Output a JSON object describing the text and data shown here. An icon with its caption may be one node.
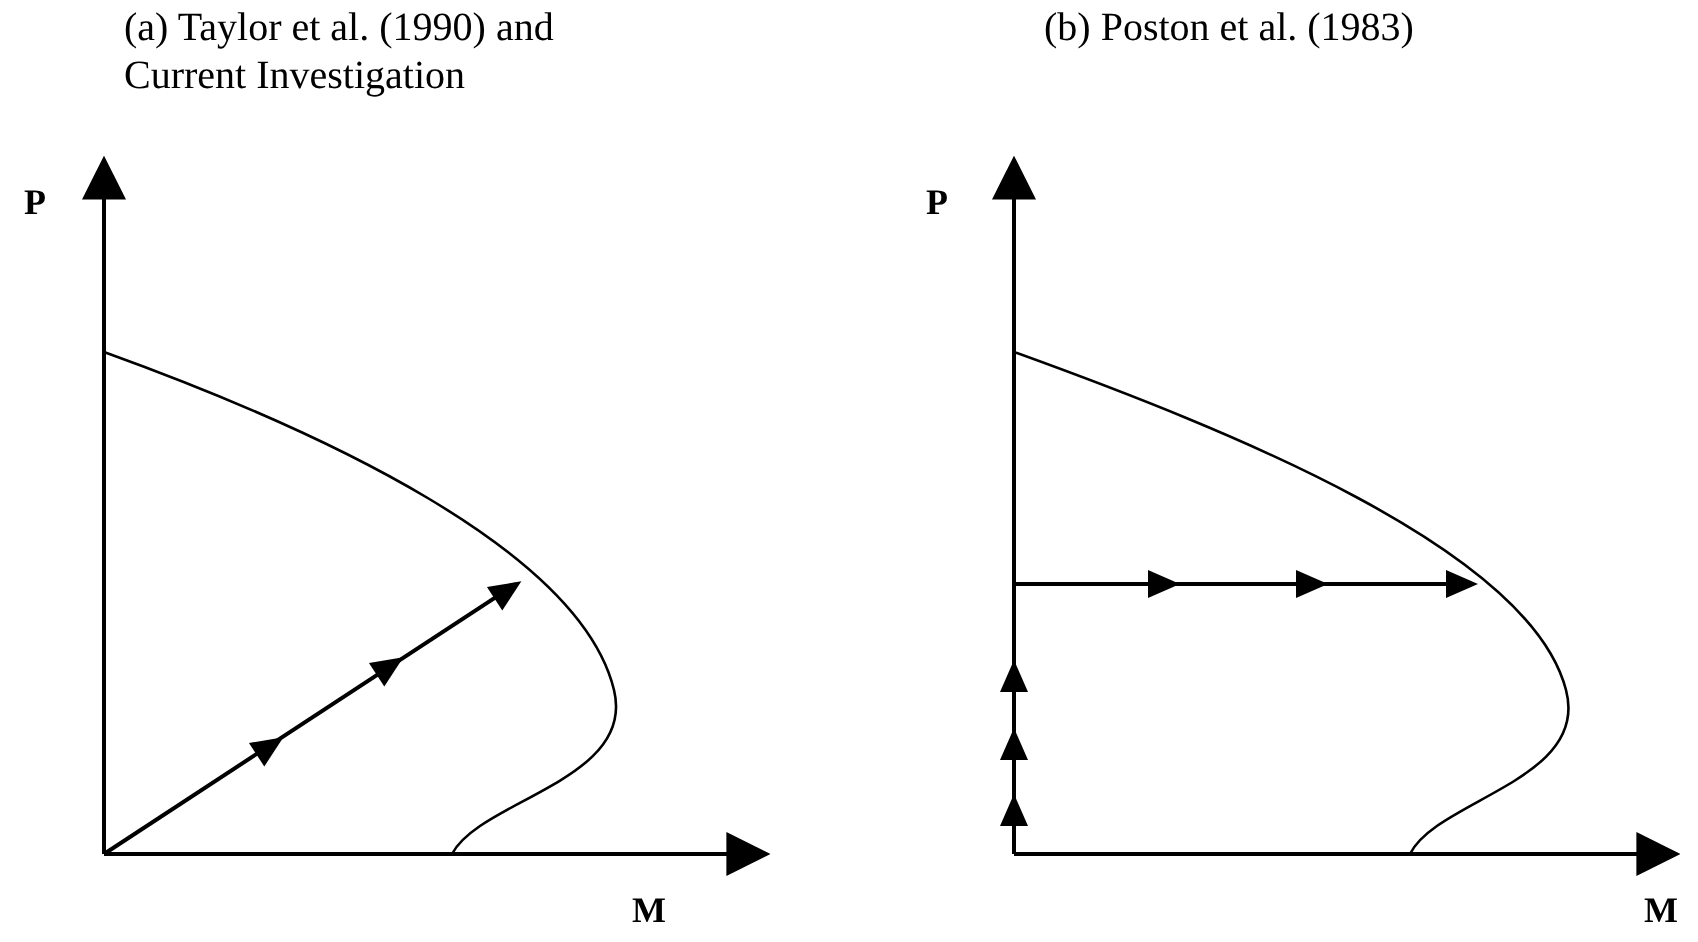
{
  "diagram": {
    "labels": [
      "(a) Taylor et al. (1990) and Current Investigation",
      "(b) Poston et al. (1983)",
      "P",
      "P",
      "M",
      "M"
    ]
  }
}
